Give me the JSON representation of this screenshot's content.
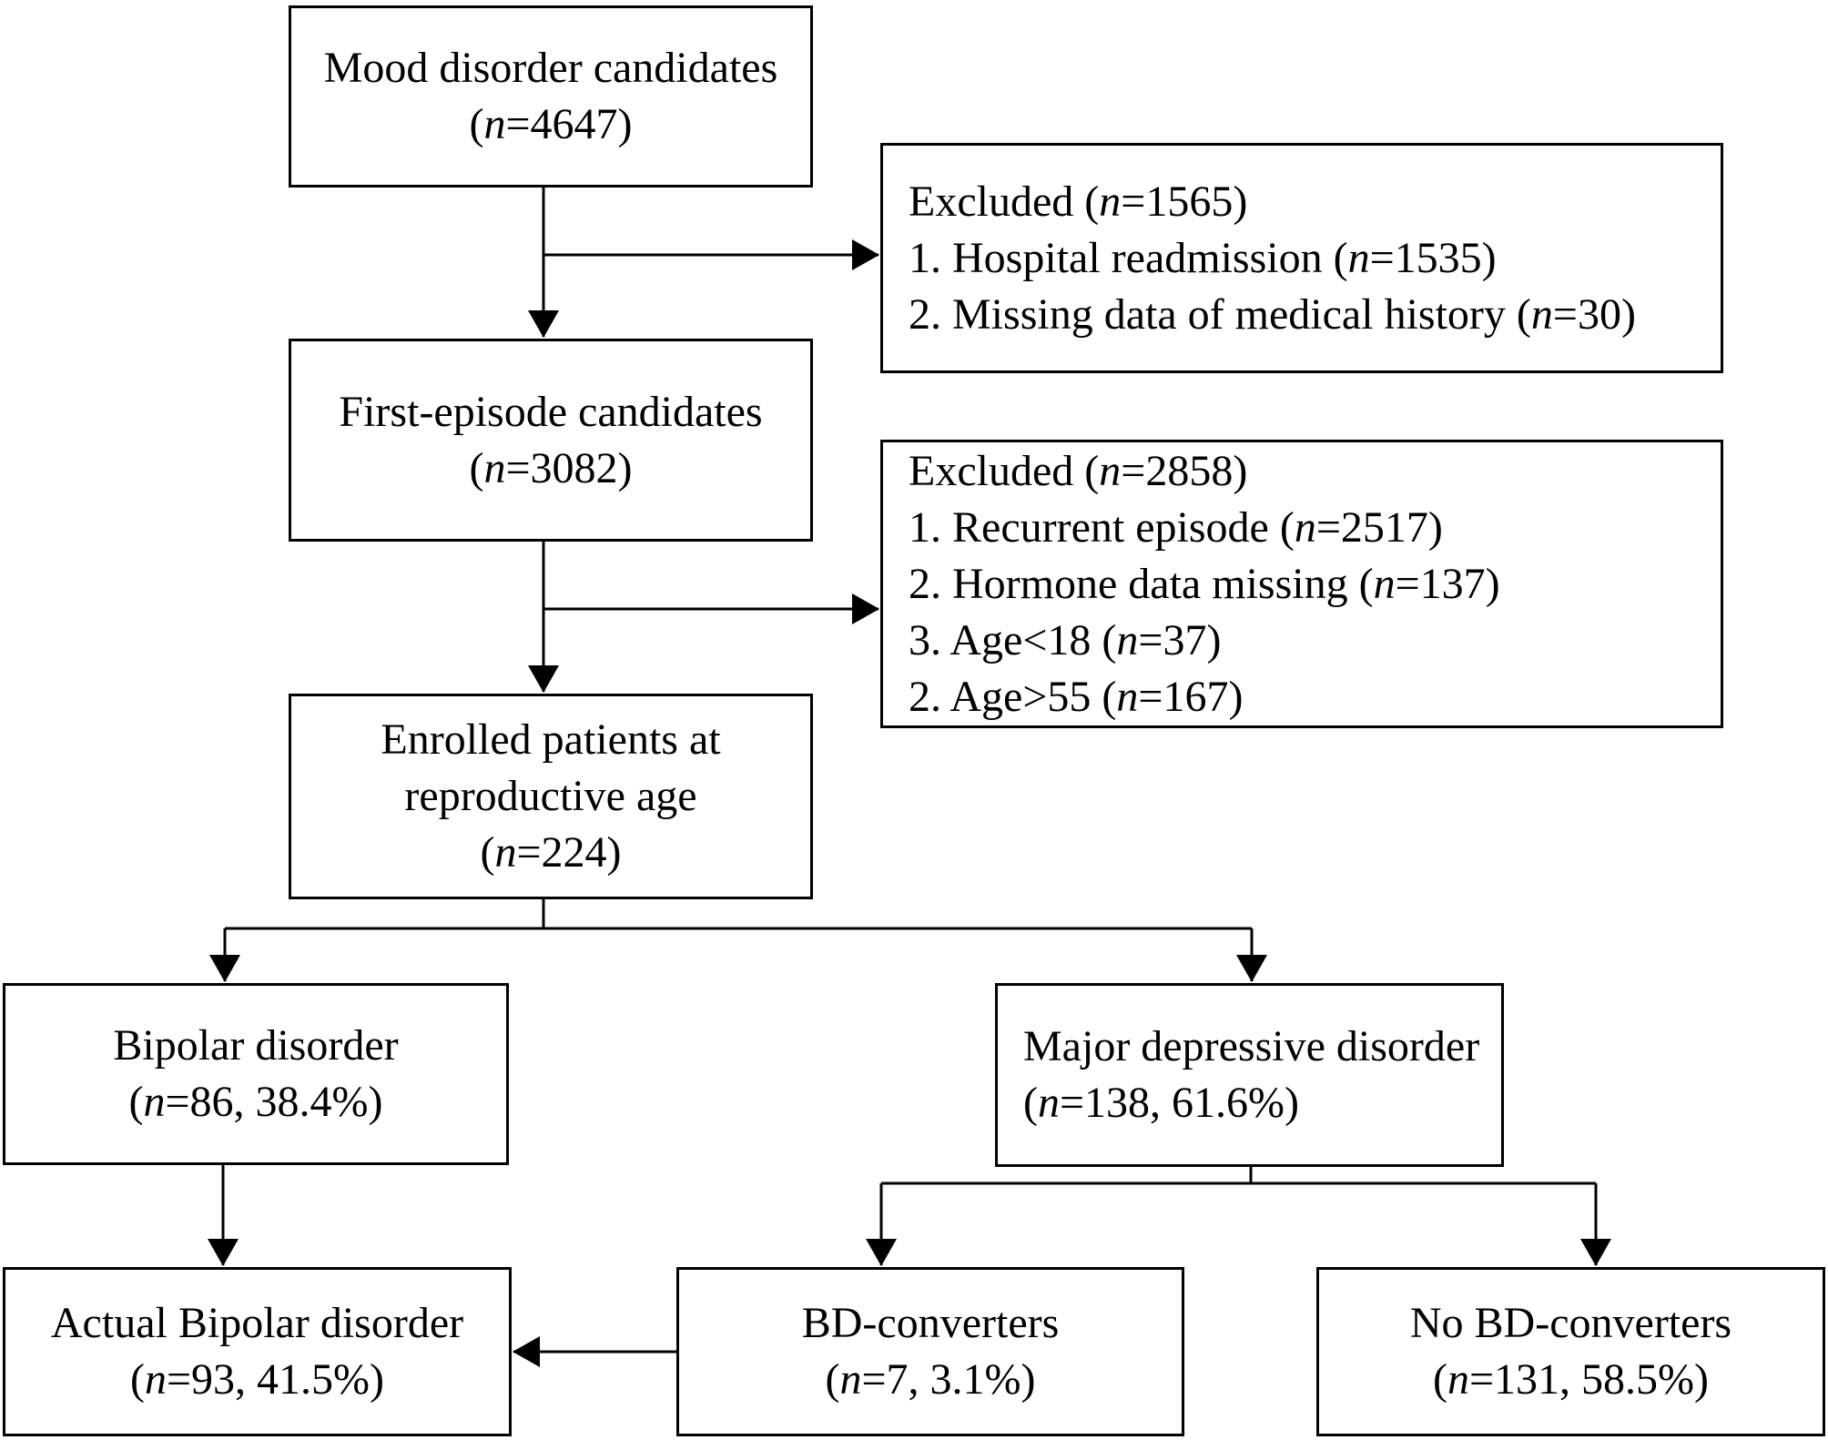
{
  "figure": {
    "type": "flowchart",
    "background": "#ffffff",
    "line_color": "#000000",
    "boxes": {
      "mood_disorder_candidates": {
        "lines": [
          [
            {
              "t": "Mood disorder candidates"
            }
          ],
          [
            {
              "t": "("
            },
            {
              "t": "n",
              "i": true
            },
            {
              "t": "=4647)"
            }
          ]
        ]
      },
      "excluded_first": {
        "lines": [
          [
            {
              "t": "Excluded ("
            },
            {
              "t": "n",
              "i": true
            },
            {
              "t": "=1565)"
            }
          ],
          [
            {
              "t": "1. Hospital readmission ("
            },
            {
              "t": "n",
              "i": true
            },
            {
              "t": "=1535)"
            }
          ],
          [
            {
              "t": "2. Missing data of medical history ("
            },
            {
              "t": "n",
              "i": true
            },
            {
              "t": "=30)"
            }
          ]
        ]
      },
      "first_episode_candidates": {
        "lines": [
          [
            {
              "t": "First-episode candidates"
            }
          ],
          [
            {
              "t": "("
            },
            {
              "t": "n",
              "i": true
            },
            {
              "t": "=3082)"
            }
          ]
        ]
      },
      "excluded_second": {
        "lines": [
          [
            {
              "t": "Excluded ("
            },
            {
              "t": "n",
              "i": true
            },
            {
              "t": "=2858)"
            }
          ],
          [
            {
              "t": "1. Recurrent episode ("
            },
            {
              "t": "n",
              "i": true
            },
            {
              "t": "=2517)"
            }
          ],
          [
            {
              "t": "2. Hormone data missing ("
            },
            {
              "t": "n",
              "i": true
            },
            {
              "t": "=137)"
            }
          ],
          [
            {
              "t": "3. Age<18 ("
            },
            {
              "t": "n",
              "i": true
            },
            {
              "t": "=37)"
            }
          ],
          [
            {
              "t": "2. Age>55 ("
            },
            {
              "t": "n",
              "i": true
            },
            {
              "t": "=167)"
            }
          ]
        ]
      },
      "enrolled_reproductive_age": {
        "lines": [
          [
            {
              "t": "Enrolled patients at"
            }
          ],
          [
            {
              "t": "reproductive age"
            }
          ],
          [
            {
              "t": "("
            },
            {
              "t": "n",
              "i": true
            },
            {
              "t": "=224)"
            }
          ]
        ]
      },
      "bipolar_disorder": {
        "lines": [
          [
            {
              "t": "Bipolar disorder"
            }
          ],
          [
            {
              "t": "("
            },
            {
              "t": "n",
              "i": true
            },
            {
              "t": "=86, 38.4%)"
            }
          ]
        ]
      },
      "major_depressive_disorder": {
        "lines": [
          [
            {
              "t": "Major depressive disorder"
            }
          ],
          [
            {
              "t": "("
            },
            {
              "t": "n",
              "i": true
            },
            {
              "t": "=138, 61.6%)"
            }
          ]
        ]
      },
      "actual_bipolar_disorder": {
        "lines": [
          [
            {
              "t": "Actual Bipolar disorder"
            }
          ],
          [
            {
              "t": "("
            },
            {
              "t": "n",
              "i": true
            },
            {
              "t": "=93, 41.5%)"
            }
          ]
        ]
      },
      "bd_converters": {
        "lines": [
          [
            {
              "t": "BD-converters"
            }
          ],
          [
            {
              "t": "("
            },
            {
              "t": "n",
              "i": true
            },
            {
              "t": "=7, 3.1%)"
            }
          ]
        ]
      },
      "no_bd_converters": {
        "lines": [
          [
            {
              "t": "No BD-converters"
            }
          ],
          [
            {
              "t": "("
            },
            {
              "t": "n",
              "i": true
            },
            {
              "t": "=131, 58.5%)"
            }
          ]
        ]
      }
    }
  }
}
